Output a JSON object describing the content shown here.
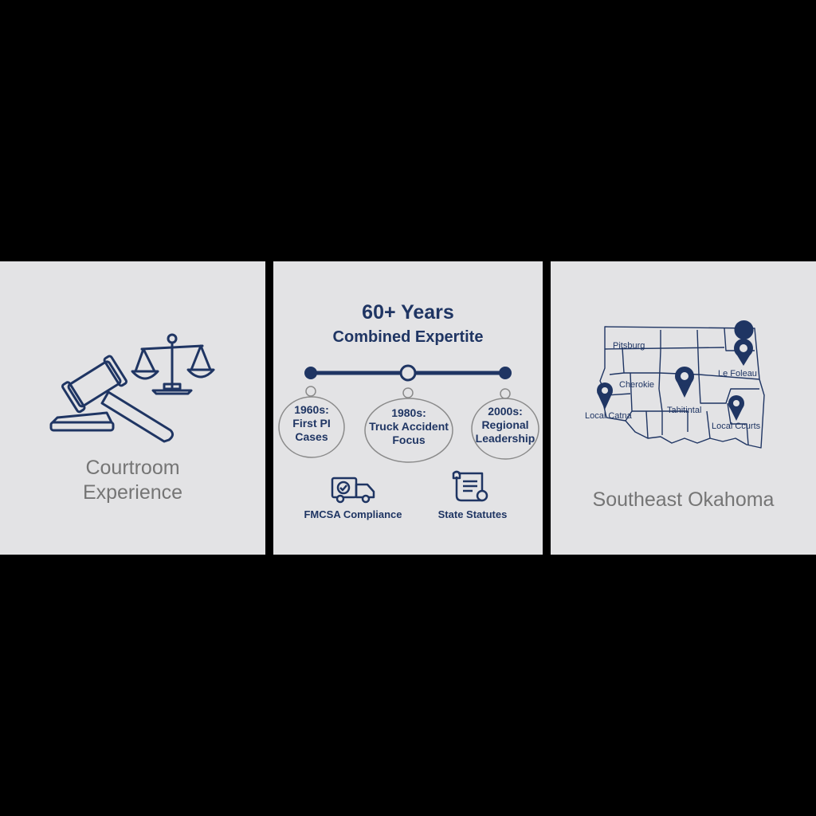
{
  "panels": {
    "left": {
      "caption_line1": "Courtroom",
      "caption_line2": "Experience"
    },
    "middle": {
      "title": "60+ Years",
      "subtitle": "Combined Expertite",
      "milestones": [
        {
          "line1": "1960s:",
          "line2": "First PI",
          "line3": "Cases"
        },
        {
          "line1": "1980s:",
          "line2": "Truck Accident",
          "line3": "Focus"
        },
        {
          "line1": "2000s:",
          "line2": "Regional",
          "line3": "Leadership"
        }
      ],
      "features": [
        {
          "label": "FMCSA Compliance",
          "icon": "truck-check-icon"
        },
        {
          "label": "State Statutes",
          "icon": "document-scroll-icon"
        }
      ]
    },
    "right": {
      "caption": "Southeast Okahoma",
      "map_labels": [
        "Pitsburg",
        "Cherokie",
        "Le Foleau",
        "Local Catna",
        "Tahitintal",
        "Local Ccurts"
      ]
    }
  },
  "colors": {
    "navy": "#1f3563",
    "panel_bg": "#e3e3e5",
    "caption_gray": "#757575",
    "background": "#000000"
  }
}
